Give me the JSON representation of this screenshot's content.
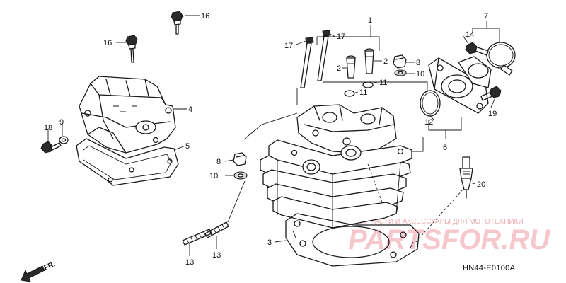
{
  "callouts": {
    "p1": "1",
    "p2a": "2",
    "p2b": "2",
    "p3": "3",
    "p4": "4",
    "p5": "5",
    "p6": "6",
    "p7": "7",
    "p8a": "8",
    "p8b": "8",
    "p9": "9",
    "p10a": "10",
    "p10b": "10",
    "p11a": "11",
    "p11b": "11",
    "p12": "12",
    "p13a": "13",
    "p13b": "13",
    "p14": "14",
    "p16a": "16",
    "p16b": "16",
    "p17a": "17",
    "p17b": "17",
    "p18": "18",
    "p19": "19",
    "p20": "20"
  },
  "diagram_code": "HN44-E0100A",
  "direction_label": "FR.",
  "watermark": {
    "tagline": "ЗАПЧАСТИ И АКСЕССУАРЫ ДЛЯ МОТОТЕХНИКИ",
    "brand": "PARTSFOR.RU"
  }
}
